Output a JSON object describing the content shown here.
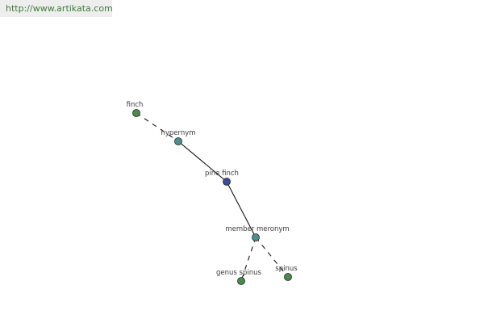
{
  "header": {
    "url": "http://www.artikata.com"
  },
  "graph": {
    "nodes": [
      {
        "id": "finch",
        "label": "finch",
        "role": "leaf",
        "color": "#4a8a4a"
      },
      {
        "id": "hypernym",
        "label": "hypernym",
        "role": "relation",
        "color": "#4b9090"
      },
      {
        "id": "pine-finch",
        "label": "pine finch",
        "role": "focus",
        "color": "#3b4a9a"
      },
      {
        "id": "member-meronym",
        "label": "member meronym",
        "role": "relation",
        "color": "#4b9090"
      },
      {
        "id": "genus-spinus",
        "label": "genus spinus",
        "role": "leaf",
        "color": "#4a8a4a"
      },
      {
        "id": "spinus",
        "label": "spinus",
        "role": "leaf",
        "color": "#4a8a4a"
      }
    ],
    "edges": [
      {
        "from": "finch",
        "to": "hypernym",
        "style": "dashed"
      },
      {
        "from": "hypernym",
        "to": "pine-finch",
        "style": "solid"
      },
      {
        "from": "pine-finch",
        "to": "member-meronym",
        "style": "solid"
      },
      {
        "from": "member-meronym",
        "to": "genus-spinus",
        "style": "dashed"
      },
      {
        "from": "member-meronym",
        "to": "spinus",
        "style": "dashed"
      }
    ]
  }
}
